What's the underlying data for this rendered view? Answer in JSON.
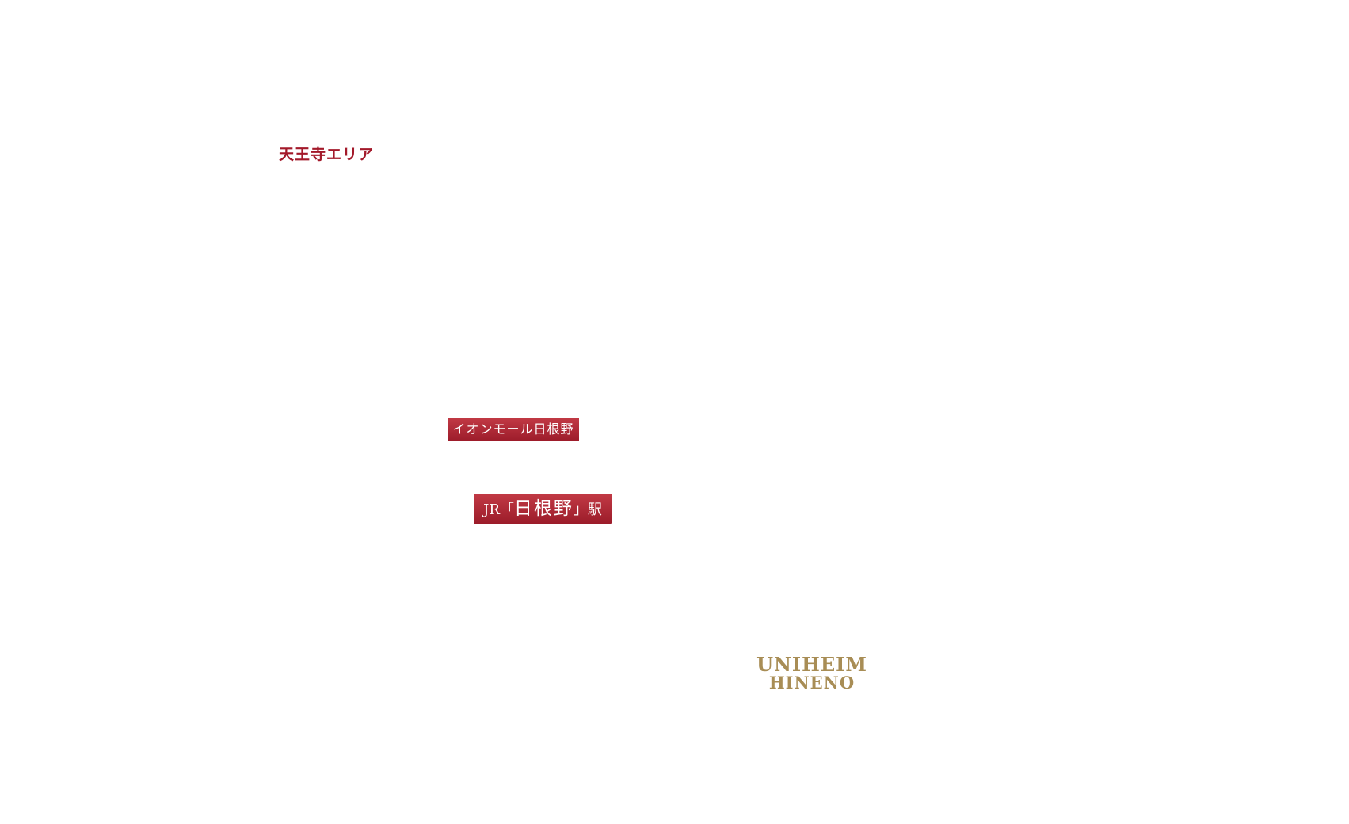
{
  "colors": {
    "background": "#ffffff",
    "accent_red": "#a3192a",
    "badge_top": "#c23a45",
    "badge_bottom": "#9c1c2a",
    "logo_gold": "#a88d55"
  },
  "map": {
    "area_label": "天王寺エリア",
    "place_badge": "イオンモール日根野",
    "station_badge": {
      "prefix": "JR",
      "open_bracket": "「",
      "name": "日根野",
      "close_bracket": "」",
      "suffix": "駅"
    },
    "logo": {
      "line1": "UNIHEIM",
      "line2": "HINENO"
    }
  }
}
